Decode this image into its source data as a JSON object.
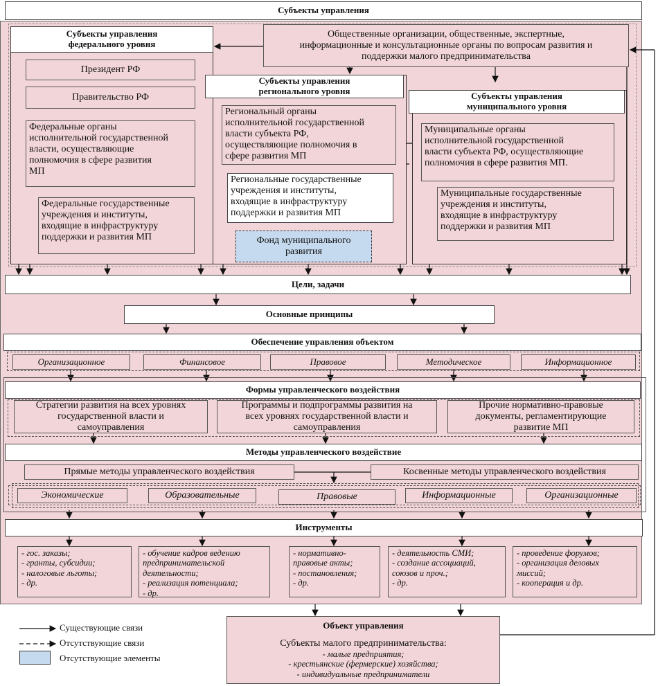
{
  "subjects": {
    "title": "Субъекты управления",
    "federal": {
      "title_l1": "Субъекты управления",
      "title_l2": "федерального уровня",
      "president": "Президент РФ",
      "government": "Правительство РФ",
      "organs": [
        "Федеральные органы",
        "исполнительной государственной",
        "власти, осуществляющие",
        "полномочия в сфере развития",
        "МП"
      ],
      "institutions": [
        "Федеральные государственные",
        "учреждения и институты,",
        "входящие в инфраструктуру",
        "поддержки и развития МП"
      ]
    },
    "public_orgs": [
      "Общественные организации, общественные, экспертные,",
      "информационные и консультационные органы по вопросам развития и",
      "поддержки малого предпринимательства"
    ],
    "regional": {
      "title_l1": "Субъекты управления",
      "title_l2": "регионального уровня",
      "organs": [
        "Региональный органы",
        "исполнительной  государственной",
        "власти субъекта РФ,",
        "осуществляющие полномочия в",
        "сфере развития МП"
      ],
      "institutions": [
        "Региональные государственные",
        "учреждения и институты,",
        "входящие в инфраструктуру",
        "поддержки и развития МП"
      ],
      "fund": [
        "Фонд муниципального",
        "развития"
      ]
    },
    "municipal": {
      "title_l1": "Субъекты управления",
      "title_l2": "муниципального уровня",
      "organs": [
        "Муниципальные органы",
        "исполнительной  государственной",
        "власти субъекта РФ, осуществляющие",
        "полномочия в сфере развития МП."
      ],
      "institutions": [
        "Муниципальные государственные",
        "учреждения и институты,",
        "входящие в инфраструктуру",
        "поддержки и развития МП"
      ]
    }
  },
  "goals": "Цели, задачи",
  "principles": "Основные принципы",
  "support": {
    "title": "Обеспечение управления объектом",
    "items": [
      "Организационное",
      "Финансовое",
      "Правовое",
      "Методическое",
      "Информационное"
    ]
  },
  "forms": {
    "title": "Формы управленческого воздействия",
    "items": [
      [
        "Стратегии развития на всех уровнях",
        "государственной власти и",
        "самоуправления"
      ],
      [
        "Программы и подпрограммы развития на",
        "всех уровнях государственной власти и",
        "самоуправления"
      ],
      [
        "Прочие нормативно-правовые",
        "документы, регламентирующие",
        "развитие МП"
      ]
    ]
  },
  "methods": {
    "title": "Методы управленческого воздействие",
    "direct": "Прямые методы управленческого воздействия",
    "indirect": "Косвенные методы управленческого воздействия",
    "items": [
      "Экономические",
      "Образовательные",
      "Правовые",
      "Информационные",
      "Организационные"
    ]
  },
  "tools": {
    "title": "Инструменты",
    "lists": [
      [
        "- гос. заказы;",
        "- гранты, субсидии;",
        "- налоговые льготы;",
        "- др."
      ],
      [
        "- обучение кадров ведению",
        "предпринимательской",
        "деятельности;",
        "- реализация потенциала;",
        "- др."
      ],
      [
        "- нормативно-",
        "правовые акты;",
        "- постановления;",
        "- др."
      ],
      [
        "- деятельность СМИ;",
        "- создание ассоциаций,",
        "союзов и проч.;",
        "- др."
      ],
      [
        "- проведение форумов;",
        "- организация деловых",
        "миссий;",
        "- кооперация и др."
      ]
    ]
  },
  "object": {
    "title": "Объект управления",
    "subtitle": "Субъекты малого предпринимательства:",
    "items": [
      "- малые предприятия;",
      "- крестьянские (фермерские) хозяйства;",
      "- индивидуальные предприниматели"
    ]
  },
  "legend": {
    "existing": "Существующие связи",
    "missing_links": "Отсутствующие связи",
    "missing_elements": "Отсутствующие элементы"
  },
  "colors": {
    "box_fill": "#f2d5d8",
    "missing_fill": "#c5daef"
  }
}
